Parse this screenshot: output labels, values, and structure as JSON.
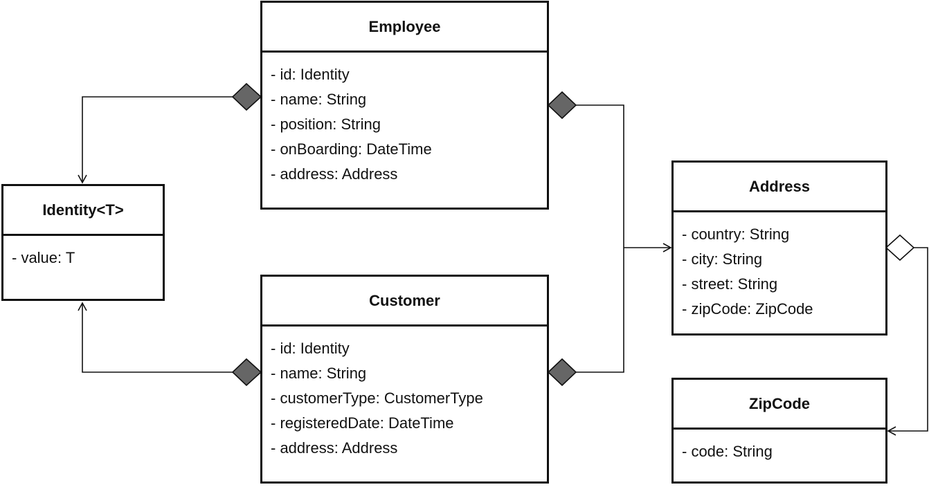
{
  "classes": {
    "employee": {
      "name": "Employee",
      "attributes": [
        "- id: Identity",
        "- name: String",
        "- position: String",
        "- onBoarding: DateTime",
        "- address: Address"
      ]
    },
    "identity": {
      "name": "Identity<T>",
      "attributes": [
        "- value: T"
      ]
    },
    "customer": {
      "name": "Customer",
      "attributes": [
        "- id: Identity",
        "- name: String",
        "- customerType: CustomerType",
        "- registeredDate: DateTime",
        "- address: Address"
      ]
    },
    "address": {
      "name": "Address",
      "attributes": [
        "- country: String",
        "- city: String",
        "- street: String",
        "- zipCode: ZipCode"
      ]
    },
    "zipcode": {
      "name": "ZipCode",
      "attributes": [
        "- code: String"
      ]
    }
  },
  "colors": {
    "stroke": "#111111",
    "composition_fill": "#666666",
    "aggregation_fill": "#ffffff",
    "background": "#ffffff"
  }
}
